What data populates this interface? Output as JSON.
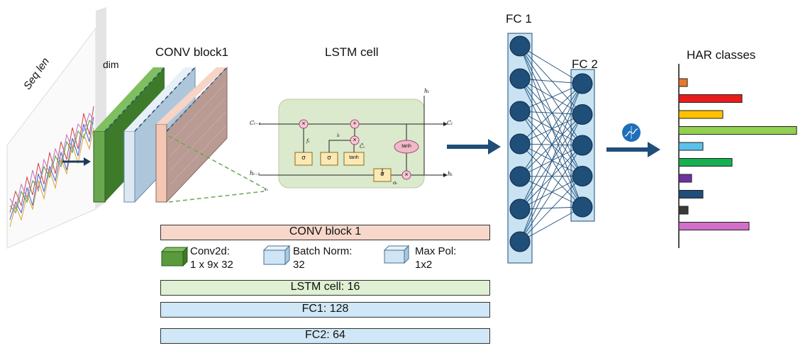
{
  "input": {
    "seq_label": "Seq len",
    "dim_label": "dim"
  },
  "conv": {
    "title": "CONV block1"
  },
  "lstm": {
    "title": "LSTM cell",
    "labels": {
      "c_prev": "Cₜ₋₁",
      "c_t": "Cₜ",
      "h_prev": "hₜ₋₁",
      "h_t": "hₜ",
      "h_t_top": "hₜ",
      "f": "fₜ",
      "i": "iₜ",
      "c_tilde": "C̃ₜ",
      "o": "oₜ",
      "x": "xₜ",
      "sigma": "σ",
      "tanh": "tanh",
      "times": "×",
      "plus": "+"
    }
  },
  "fc": {
    "fc1_title": "FC 1",
    "fc2_title": "FC 2",
    "fc1_nodes": 7,
    "fc2_nodes": 5
  },
  "har": {
    "title": "HAR classes",
    "bars": [
      {
        "value": 12,
        "color": "#e8772e"
      },
      {
        "value": 89,
        "color": "#e81c1c"
      },
      {
        "value": 62,
        "color": "#ffc000"
      },
      {
        "value": 166,
        "color": "#92d050"
      },
      {
        "value": 34,
        "color": "#5bc0eb"
      },
      {
        "value": 75,
        "color": "#16b050"
      },
      {
        "value": 18,
        "color": "#7030a0"
      },
      {
        "value": 34,
        "color": "#1f4e79"
      },
      {
        "value": 13,
        "color": "#3a3a3a"
      },
      {
        "value": 99,
        "color": "#d070c8"
      }
    ]
  },
  "legend": {
    "conv_block": "CONV block 1",
    "conv2d_line1": "Conv2d:",
    "conv2d_line2": "1 x 9x 32",
    "batchnorm_line1": "Batch Norm:",
    "batchnorm_line2": "32",
    "maxpool_line1": "Max Pol:",
    "maxpool_line2": "1x2",
    "lstm": "LSTM cell: 16",
    "fc1": "FC1: 128",
    "fc2": "FC2: 64"
  },
  "colors": {
    "conv_green": "#6aa84f",
    "norm_blue": "#c5d9ea",
    "pool_pink": "#f4c6b4",
    "lstm_bg": "#dbe9cd",
    "fc_fill": "#c9e3f3",
    "node": "#1f4e79",
    "arrow": "#1f4e79",
    "band_pink": "#f8d7cb",
    "band_green": "#dff0d3",
    "band_blue": "#cfe7f6"
  }
}
